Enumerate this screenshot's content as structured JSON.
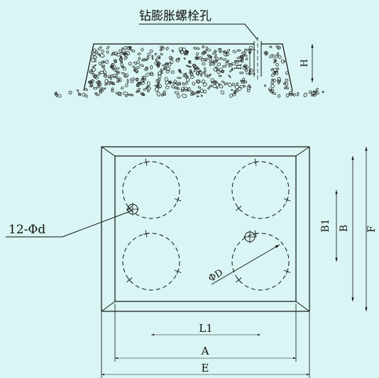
{
  "colors": {
    "background": "#d9f5f4",
    "ink": "#111111",
    "dim_line_start": "#1e5bd6",
    "dim_line_mid": "#e8c400",
    "dim_line_end": "#e0301e"
  },
  "labels": {
    "hole_title": "钻膨胀螺栓孔",
    "h1": "h1",
    "H": "H",
    "holes": "12-Φd",
    "phiD": "ΦD",
    "B1": "B1",
    "B": "B",
    "F": "F",
    "L1": "L1",
    "A": "A",
    "E": "E"
  }
}
